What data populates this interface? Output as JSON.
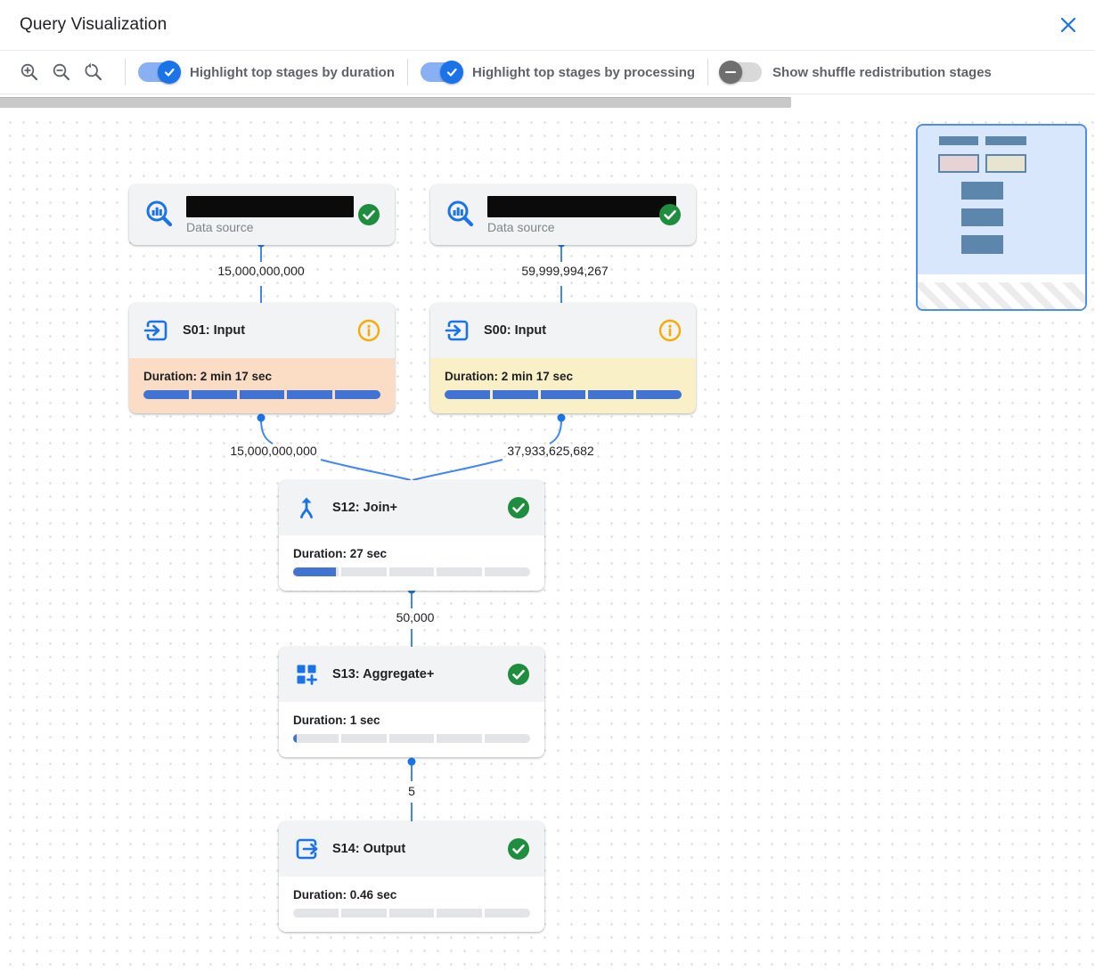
{
  "header": {
    "title": "Query Visualization",
    "close_icon": "close-x"
  },
  "toolbar": {
    "zoom_controls": {
      "zoom_in": "zoom-in",
      "zoom_out": "zoom-out",
      "zoom_reset": "zoom-reset"
    },
    "toggles": [
      {
        "label": "Highlight top stages by duration",
        "state": "on"
      },
      {
        "label": "Highlight top stages by processing",
        "state": "on"
      },
      {
        "label": "Show shuffle redistribution stages",
        "state": "off"
      }
    ]
  },
  "canvas": {
    "data_sources": [
      {
        "subtitle": "Data source",
        "name": "",
        "name_redacted": true,
        "status": "completed"
      },
      {
        "subtitle": "Data source",
        "name": "",
        "name_redacted": true,
        "status": "completed"
      }
    ],
    "stages": [
      {
        "title": "S01: Input",
        "duration": "Duration: 2 min 17 sec",
        "progress_pct": 100,
        "status": "info",
        "highlight": "duration"
      },
      {
        "title": "S00: Input",
        "duration": "Duration: 2 min 17 sec",
        "progress_pct": 100,
        "status": "info",
        "highlight": "processing"
      },
      {
        "title": "S12: Join+",
        "duration": "Duration: 27 sec",
        "progress_pct": 19,
        "status": "completed",
        "highlight": "none"
      },
      {
        "title": "S13: Aggregate+",
        "duration": "Duration: 1 sec",
        "progress_pct": 1.5,
        "status": "completed",
        "highlight": "none"
      },
      {
        "title": "S14: Output",
        "duration": "Duration: 0.46 sec",
        "progress_pct": 0,
        "status": "completed",
        "highlight": "none"
      }
    ],
    "edges": [
      {
        "from": "data-source-1",
        "to": "S01",
        "rows": "15,000,000,000"
      },
      {
        "from": "data-source-2",
        "to": "S00",
        "rows": "59,999,994,267"
      },
      {
        "from": "S01",
        "to": "S12",
        "rows": "15,000,000,000"
      },
      {
        "from": "S00",
        "to": "S12",
        "rows": "37,933,625,682"
      },
      {
        "from": "S12",
        "to": "S13",
        "rows": "50,000"
      },
      {
        "from": "S13",
        "to": "S14",
        "rows": "5"
      }
    ]
  },
  "colors": {
    "accent_blue": "#1a73e8",
    "edge_blue": "#4285f4",
    "bar_blue": "#4173d2",
    "duration_highlight": "#fbdcc4",
    "processing_highlight": "#faf0c7",
    "success_green": "#1e8e3e",
    "info_orange": "#f9ab00",
    "card_gray": "#f1f3f4",
    "minimap_blue": "#d9e7fd"
  }
}
